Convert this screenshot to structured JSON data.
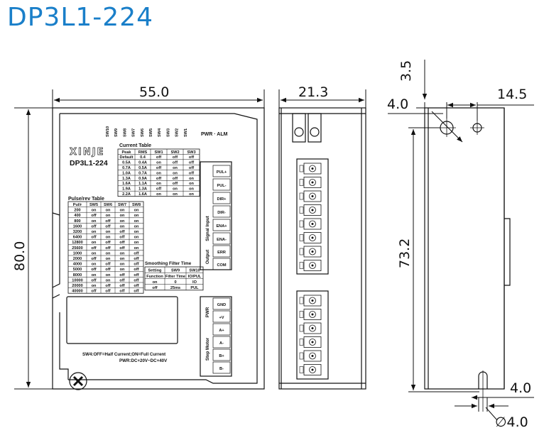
{
  "title": "DP3L1-224",
  "dimensions": {
    "width": "55.0",
    "height": "80.0",
    "depth": "21.3",
    "hole_top_offset": "3.5",
    "hole_edge_offset": "4.0",
    "hole_spacing": "14.5",
    "hole_vertical_spacing": "73.2",
    "bottom_offset": "4.0",
    "hole_diameter": "∅4.0"
  },
  "front_panel": {
    "brand": "XINJE",
    "model": "DP3L1-224",
    "indicators": "PWR · ALM",
    "switch_labels": [
      "SW10",
      "SW9",
      "SW8",
      "SW7",
      "SW6",
      "SW5",
      "SW4",
      "SW3",
      "SW2",
      "SW1"
    ],
    "current_table": {
      "title": "Current Table",
      "headers": [
        "Peak",
        "RMS",
        "SW1",
        "SW2",
        "SW3"
      ],
      "rows": [
        [
          "Default",
          "0.4",
          "off",
          "off",
          "off"
        ],
        [
          "0.5A",
          "0.4A",
          "on",
          "off",
          "off"
        ],
        [
          "0.7A",
          "0.5A",
          "off",
          "on",
          "off"
        ],
        [
          "1.0A",
          "0.7A",
          "on",
          "on",
          "off"
        ],
        [
          "1.3A",
          "0.9A",
          "off",
          "off",
          "on"
        ],
        [
          "1.6A",
          "1.1A",
          "on",
          "off",
          "on"
        ],
        [
          "1.9A",
          "1.3A",
          "off",
          "on",
          "on"
        ],
        [
          "2.2A",
          "1.6A",
          "on",
          "on",
          "on"
        ]
      ]
    },
    "pulse_table": {
      "title": "Pulse/rev  Table",
      "headers": [
        "Pul/r",
        "SW5",
        "SW6",
        "SW7",
        "SW8"
      ],
      "rows": [
        [
          "200",
          "on",
          "on",
          "on",
          "on"
        ],
        [
          "400",
          "off",
          "on",
          "on",
          "on"
        ],
        [
          "800",
          "on",
          "off",
          "on",
          "on"
        ],
        [
          "1600",
          "off",
          "off",
          "on",
          "on"
        ],
        [
          "3200",
          "on",
          "on",
          "off",
          "on"
        ],
        [
          "6400",
          "off",
          "on",
          "off",
          "on"
        ],
        [
          "12800",
          "on",
          "off",
          "off",
          "on"
        ],
        [
          "25600",
          "off",
          "off",
          "off",
          "on"
        ],
        [
          "1000",
          "on",
          "on",
          "on",
          "off"
        ],
        [
          "2000",
          "off",
          "on",
          "on",
          "off"
        ],
        [
          "4000",
          "on",
          "off",
          "on",
          "off"
        ],
        [
          "5000",
          "off",
          "off",
          "on",
          "off"
        ],
        [
          "8000",
          "on",
          "on",
          "off",
          "off"
        ],
        [
          "10000",
          "off",
          "on",
          "off",
          "off"
        ],
        [
          "20000",
          "on",
          "off",
          "off",
          "off"
        ],
        [
          "40000",
          "off",
          "off",
          "off",
          "off"
        ]
      ]
    },
    "filter_table": {
      "title": "Smoothing Filter Time",
      "headers": [
        "Setting",
        "SW9",
        "SW10"
      ],
      "rows": [
        [
          "Function",
          "Filter Time",
          "IO/PUL"
        ],
        [
          "on",
          "0",
          "IO"
        ],
        [
          "off",
          "25ms",
          "PUL"
        ]
      ]
    },
    "signal_group": "Signal  Input",
    "signal_terminals": [
      "PUL+",
      "PUL-",
      "DIR+",
      "DIR-",
      "ENA+",
      "ENA-"
    ],
    "output_group": "Output",
    "output_terminals": [
      "ERR",
      "COM"
    ],
    "pwr_group": "PWR",
    "pwr_terminals": [
      "GND",
      "+V"
    ],
    "motor_group": "Step Motor",
    "motor_terminals": [
      "A+",
      "A-",
      "B+",
      "B-"
    ],
    "note_1": "SW4:OFF=Half Current;ON=Full Current",
    "note_2": "PWR:DC+20V~DC+40V"
  }
}
